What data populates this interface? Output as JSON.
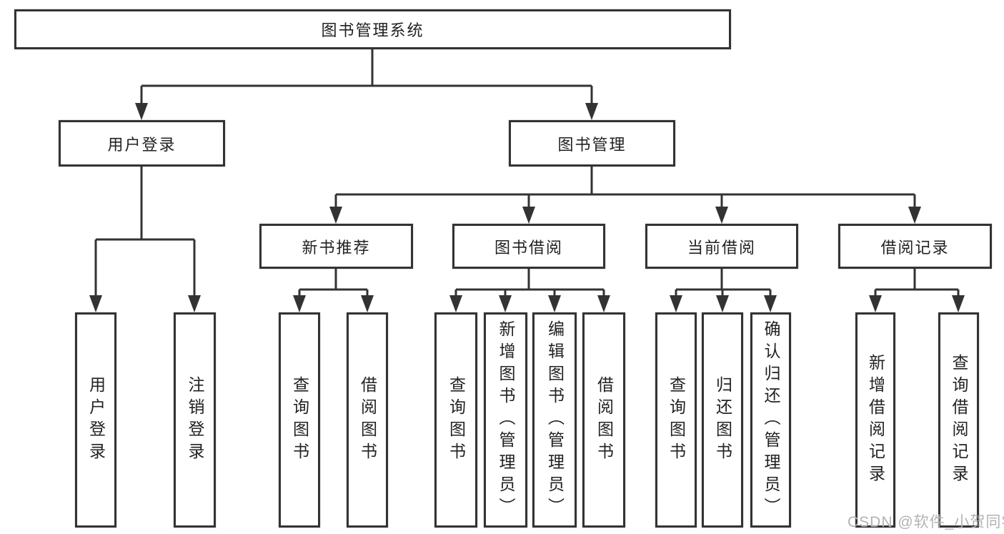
{
  "tree": {
    "label": "图书管理系统",
    "children": [
      {
        "label": "用户登录",
        "children": [
          {
            "label": "用户登录"
          },
          {
            "label": "注销登录"
          }
        ]
      },
      {
        "label": "图书管理",
        "children": [
          {
            "label": "新书推荐",
            "children": [
              {
                "label": "查询图书"
              },
              {
                "label": "借阅图书"
              }
            ]
          },
          {
            "label": "图书借阅",
            "children": [
              {
                "label": "查询图书"
              },
              {
                "label": "新增图书（管理员）"
              },
              {
                "label": "编辑图书（管理员）"
              },
              {
                "label": "借阅图书"
              }
            ]
          },
          {
            "label": "当前借阅",
            "children": [
              {
                "label": "查询图书"
              },
              {
                "label": "归还图书"
              },
              {
                "label": "确认归还（管理员）"
              }
            ]
          },
          {
            "label": "借阅记录",
            "children": [
              {
                "label": "新增借阅记录"
              },
              {
                "label": "查询借阅记录"
              }
            ]
          }
        ]
      }
    ]
  },
  "watermark": {
    "text": "CSDN @软件_小贺同学"
  },
  "colors": {
    "line": "#333333",
    "box_border": "#333333",
    "text": "#222222",
    "watermark": "#b3b3b3",
    "background": "#ffffff"
  }
}
